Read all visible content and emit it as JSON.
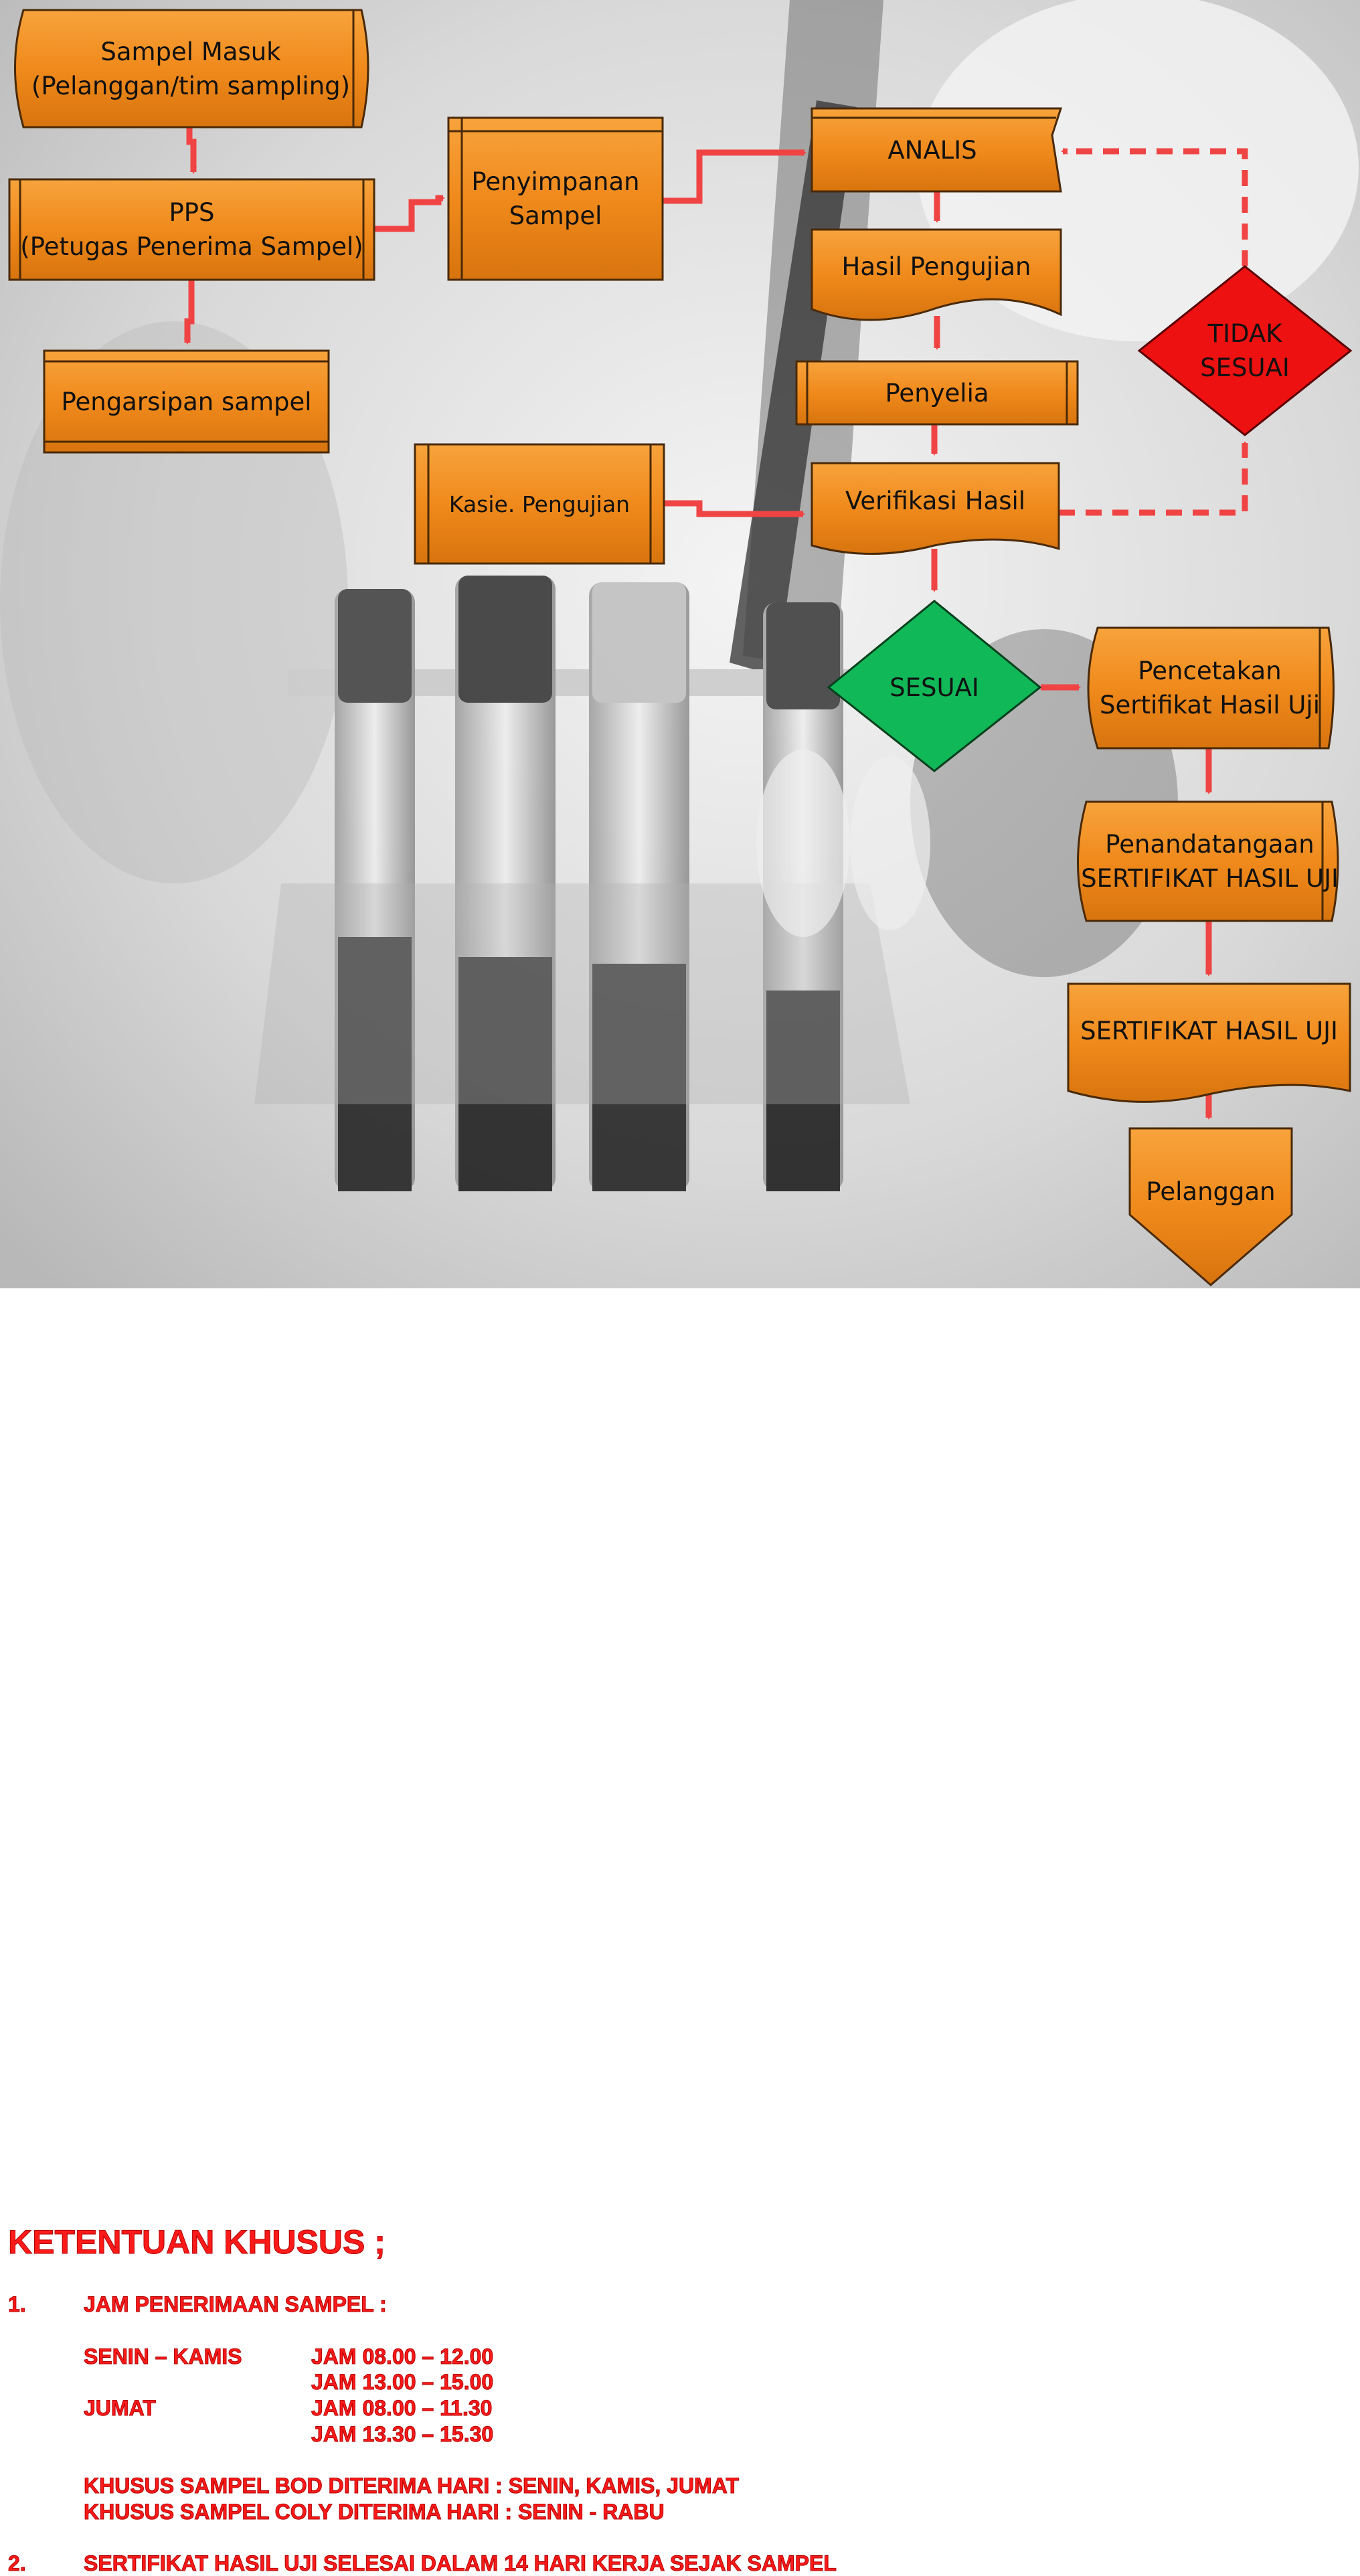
{
  "colors": {
    "box_fill": "#f08a1c",
    "box_border": "#4a2a08",
    "arrow": "#f04444",
    "sesuai": "#10b858",
    "tidak_sesuai": "#ee1111",
    "note_text": "#ff1a1a"
  },
  "flow": {
    "sampel_masuk": "Sampel Masuk\n(Pelanggan/tim sampling)",
    "pps": "PPS\n(Petugas Penerima Sampel)",
    "pengarsipan": "Pengarsipan sampel",
    "penyimpanan": "Penyimpanan\nSampel",
    "analis": "ANALIS",
    "hasil_pengujian": "Hasil Pengujian",
    "penyelia": "Penyelia",
    "kasie": "Kasie. Pengujian",
    "verifikasi": "Verifikasi Hasil",
    "tidak_sesuai": "TIDAK\nSESUAI",
    "sesuai": "SESUAI",
    "pencetakan": "Pencetakan\nSertifikat Hasil Uji",
    "penandatangan": "Penandatangaan\nSERTIFIKAT HASIL UJI",
    "sertifikat": "SERTIFIKAT HASIL UJI",
    "pelanggan": "Pelanggan"
  },
  "notes": {
    "heading": "KETENTUAN KHUSUS ;",
    "item1_num": "1.",
    "item1_title": "JAM PENERIMAAN SAMPEL :",
    "day1": "SENIN – KAMIS",
    "day1_time1": "JAM 08.00 – 12.00",
    "day1_time2": "JAM 13.00 – 15.00",
    "day2": "JUMAT",
    "day2_time1": "JAM 08.00 – 11.30",
    "day2_time2": "JAM 13.30 – 15.30",
    "bod": "KHUSUS SAMPEL BOD DITERIMA HARI : SENIN, KAMIS, JUMAT",
    "coly": "KHUSUS SAMPEL COLY  DITERIMA HARI : SENIN - RABU",
    "item2_num": "2.",
    "item2_text": "SERTIFIKAT HASIL UJI SELESAI DALAM 14 HARI KERJA   SEJAK SAMPEL"
  }
}
